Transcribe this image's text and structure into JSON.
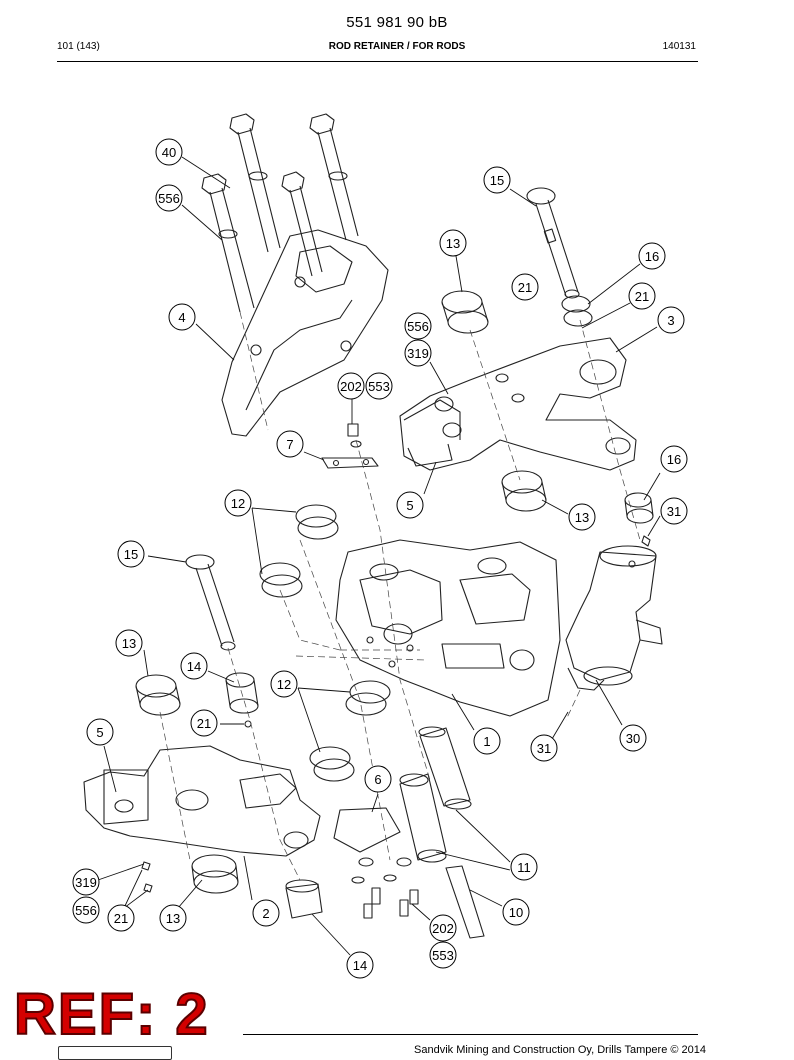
{
  "header": {
    "doc_number": "551 981 90 bB",
    "page": "101 (143)",
    "section_title": "ROD RETAINER / FOR RODS",
    "code": "140131"
  },
  "callouts": [
    "40",
    "556",
    "4",
    "15",
    "13",
    "21",
    "16",
    "21",
    "3",
    "556",
    "319",
    "202",
    "553",
    "7",
    "5",
    "16",
    "13",
    "31",
    "12",
    "15",
    "12",
    "13",
    "14",
    "21",
    "5",
    "1",
    "31",
    "30",
    "6",
    "11",
    "319",
    "556",
    "21",
    "13",
    "2",
    "14",
    "202",
    "553",
    "10"
  ],
  "stamp": "REF: 2",
  "footer": {
    "copyright": "Sandvik Mining and Construction Oy, Drills Tampere © 2014"
  }
}
